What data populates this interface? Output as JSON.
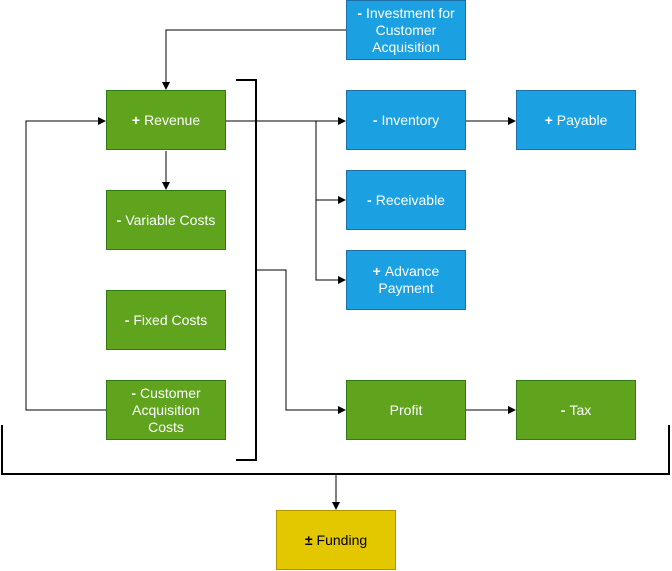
{
  "nodes": {
    "investment": {
      "sign": "-",
      "label": "Investment for Customer Acquisition",
      "color": "#1ba1e2"
    },
    "revenue": {
      "sign": "+",
      "label": "Revenue",
      "color": "#5fa41c"
    },
    "variable_costs": {
      "sign": "-",
      "label": "Variable Costs",
      "color": "#5fa41c"
    },
    "fixed_costs": {
      "sign": "-",
      "label": "Fixed Costs",
      "color": "#5fa41c"
    },
    "customer_acquisition_costs": {
      "sign": "-",
      "label": "Customer Acquisition Costs",
      "color": "#5fa41c"
    },
    "inventory": {
      "sign": "-",
      "label": "Inventory",
      "color": "#1ba1e2"
    },
    "payable": {
      "sign": "+",
      "label": "Payable",
      "color": "#1ba1e2"
    },
    "receivable": {
      "sign": "-",
      "label": "Receivable",
      "color": "#1ba1e2"
    },
    "advance_payment": {
      "sign": "+",
      "label": "Advance Payment",
      "color": "#1ba1e2"
    },
    "profit": {
      "sign": "",
      "label": "Profit",
      "color": "#5fa41c"
    },
    "tax": {
      "sign": "-",
      "label": "Tax",
      "color": "#5fa41c"
    },
    "funding": {
      "sign": "±",
      "label": "Funding",
      "color": "#e3c800"
    }
  }
}
